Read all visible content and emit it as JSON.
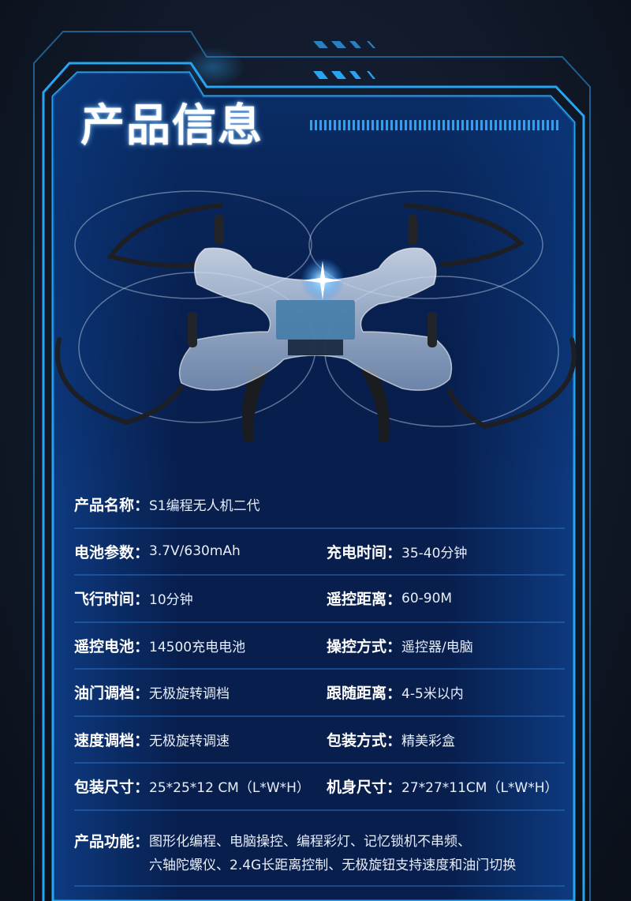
{
  "header": {
    "title": "产品信息"
  },
  "image": {
    "subject": "drone-photo",
    "description": "Transparent quadcopter drone with propeller guards and a blue LED light"
  },
  "specs": {
    "rows": [
      {
        "cells": [
          {
            "label": "产品名称：",
            "value": "S1编程无人机二代"
          }
        ]
      },
      {
        "cells": [
          {
            "label": "电池参数：",
            "value": "3.7V/630mAh"
          },
          {
            "label": "充电时间：",
            "value": "35-40分钟"
          }
        ]
      },
      {
        "cells": [
          {
            "label": "飞行时间：",
            "value": "10分钟"
          },
          {
            "label": "遥控距离：",
            "value": "60-90M"
          }
        ]
      },
      {
        "cells": [
          {
            "label": "遥控电池：",
            "value": "14500充电电池"
          },
          {
            "label": "操控方式：",
            "value": "遥控器/电脑"
          }
        ]
      },
      {
        "cells": [
          {
            "label": "油门调档：",
            "value": "无极旋转调档"
          },
          {
            "label": "跟随距离：",
            "value": "4-5米以内"
          }
        ]
      },
      {
        "cells": [
          {
            "label": "速度调档：",
            "value": "无极旋转调速"
          },
          {
            "label": "包装方式：",
            "value": "精美彩盒"
          }
        ]
      },
      {
        "cells": [
          {
            "label": "包装尺寸：",
            "value": "25*25*12 CM（L*W*H）"
          },
          {
            "label": "机身尺寸：",
            "value": "27*27*11CM（L*W*H）"
          }
        ]
      }
    ],
    "features": {
      "label": "产品功能：",
      "lines": [
        "图形化编程、电脑操控、编程彩灯、记忆锁机不串频、",
        "六轴陀螺仪、2.4G长距离控制、无极旋钮支持速度和油门切换"
      ]
    }
  },
  "colors": {
    "accent": "#27a4f2",
    "panel": "#0a2a62",
    "background": "#111a2a",
    "divider": "#1d5aa0"
  }
}
